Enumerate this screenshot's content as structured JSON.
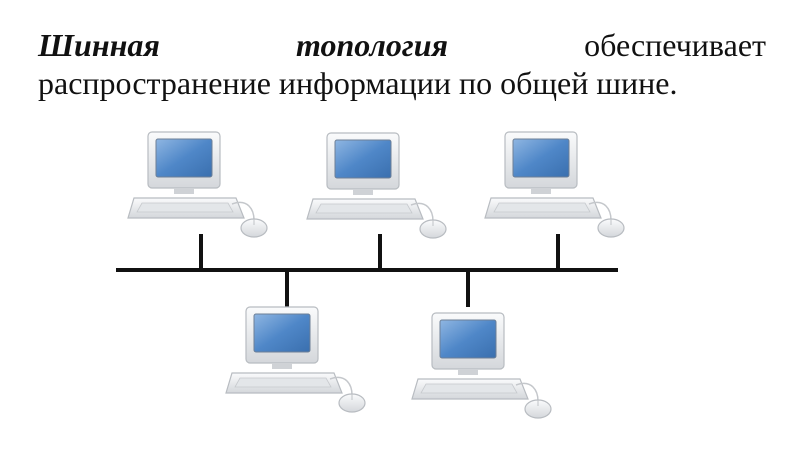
{
  "caption": {
    "term_word1": "Шинная",
    "term_word2": "топология",
    "verb": "обеспечивает",
    "rest": "распространение информации по общей шине."
  },
  "diagram": {
    "computer_count": 5,
    "top_row_computers": 3,
    "bottom_row_computers": 2,
    "colors": {
      "bus": "#111111",
      "screen": "#4f87c8",
      "casing": "#e8eaec",
      "casing_shade": "#c9ccd0"
    },
    "icon": "laptop-computer-icon"
  }
}
